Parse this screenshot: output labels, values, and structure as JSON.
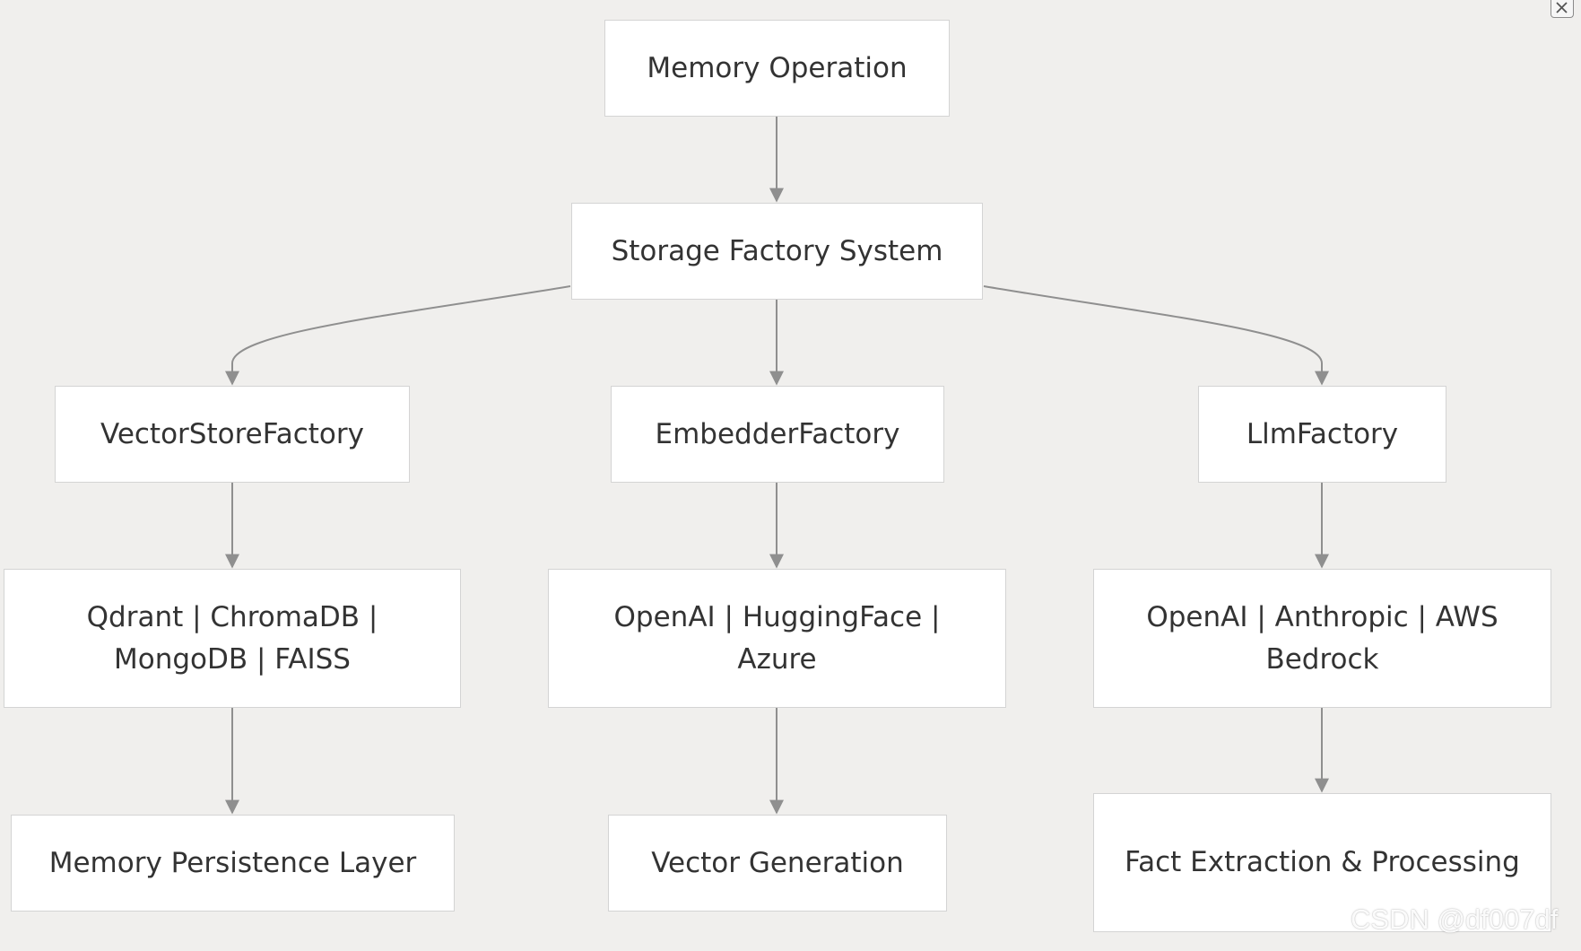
{
  "nodes": {
    "memory_operation": "Memory Operation",
    "storage_factory": "Storage Factory System",
    "vector_store_factory": "VectorStoreFactory",
    "embedder_factory": "EmbedderFactory",
    "llm_factory": "LlmFactory",
    "vector_stores": "Qdrant | ChromaDB | MongoDB | FAISS",
    "embedders": "OpenAI | HuggingFace | Azure",
    "llms": "OpenAI | Anthropic | AWS Bedrock",
    "memory_persistence": "Memory Persistence Layer",
    "vector_generation": "Vector Generation",
    "fact_extraction": "Fact Extraction & Processing"
  },
  "watermark": "CSDN @df007df",
  "colors": {
    "background": "#f0efed",
    "node_fill": "#ffffff",
    "node_border": "#d4d4d4",
    "edge": "#8f8f8f",
    "text": "#333333"
  },
  "icons": {
    "close": "close-icon"
  }
}
